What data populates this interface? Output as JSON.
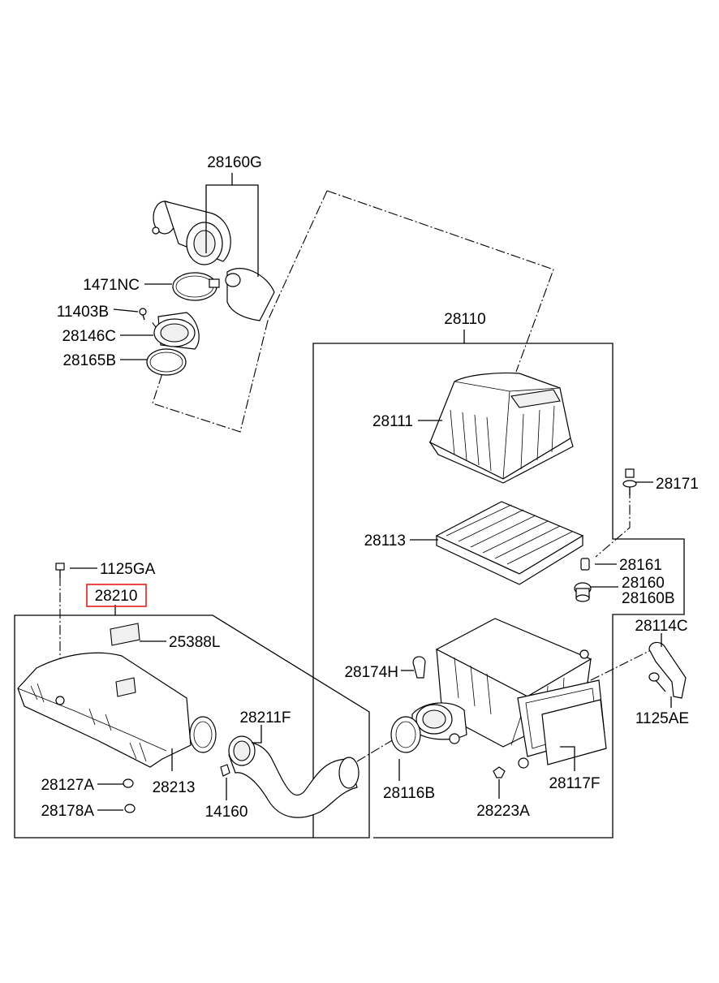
{
  "labels": {
    "p28160G": "28160G",
    "p1471NC": "1471NC",
    "p11403B": "11403B",
    "p28146C": "28146C",
    "p28165B": "28165B",
    "p28110": "28110",
    "p28111": "28111",
    "p28171": "28171",
    "p28113": "28113",
    "p28161": "28161",
    "p28160": "28160",
    "p28160B": "28160B",
    "p1125GA": "1125GA",
    "p28210": "28210",
    "p25388L": "25388L",
    "p28114C": "28114C",
    "p28174H": "28174H",
    "p28211F": "28211F",
    "p1125AE": "1125AE",
    "p28127A": "28127A",
    "p28213": "28213",
    "p28116B": "28116B",
    "p28117F": "28117F",
    "p28178A": "28178A",
    "p14160": "14160",
    "p28223A": "28223A"
  },
  "highlight": {
    "part": "28210",
    "color": "#e0201a"
  }
}
